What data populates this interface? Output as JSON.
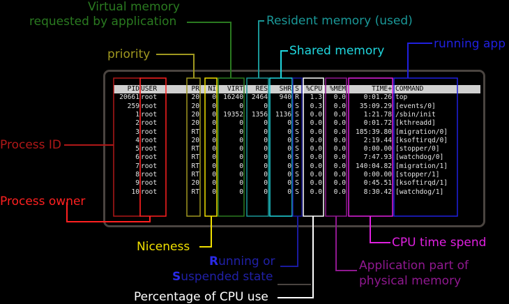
{
  "colors": {
    "background": "#000000",
    "pid": "#b01818",
    "user": "#ff2020",
    "pr": "#a09820",
    "ni": "#f0e000",
    "virt": "#2a7a20",
    "res": "#1a9898",
    "shr": "#20d8e0",
    "s": "#1a1aa0",
    "cpu": "#ffffff",
    "mem": "#901890",
    "time": "#e020e0",
    "command": "#2020e0"
  },
  "annotations": {
    "virt": {
      "line1": "Virtual memory",
      "line2": "requested by application"
    },
    "res": "Resident memory (used)",
    "shr": "Shared memory",
    "command": "running app",
    "pr": "priority",
    "pid": "Process ID",
    "user": "Process owner",
    "ni": "Niceness",
    "s": {
      "line1_hl": "R",
      "line1": "unning or",
      "line2_hl": "S",
      "line2": "uspended state"
    },
    "time": "CPU time spend",
    "mem": {
      "line1": "Application part of",
      "line2": "physical memory"
    },
    "cpu": "Percentage of CPU use"
  },
  "table": {
    "headers": [
      "PID",
      "USER",
      "PR",
      "NI",
      "VIRT",
      "RES",
      "SHR",
      "S",
      "%CPU",
      "%MEM",
      "TIME+",
      "COMMAND"
    ],
    "rows": [
      [
        "20661",
        "root",
        "20",
        "0",
        "16240",
        "2464",
        "940",
        "R",
        "1.3",
        "0.0",
        "0:01.26",
        "top"
      ],
      [
        "259",
        "root",
        "20",
        "0",
        "0",
        "0",
        "0",
        "S",
        "0.3",
        "0.0",
        "35:09.29",
        "[events/0]"
      ],
      [
        "1",
        "root",
        "20",
        "0",
        "19352",
        "1356",
        "1136",
        "S",
        "0.0",
        "0.0",
        "1:21.78",
        "/sbin/init"
      ],
      [
        "2",
        "root",
        "20",
        "0",
        "0",
        "0",
        "0",
        "S",
        "0.0",
        "0.0",
        "0:01.72",
        "[kthreadd]"
      ],
      [
        "3",
        "root",
        "RT",
        "0",
        "0",
        "0",
        "0",
        "S",
        "0.0",
        "0.0",
        "185:39.80",
        "[migration/0]"
      ],
      [
        "4",
        "root",
        "20",
        "0",
        "0",
        "0",
        "0",
        "S",
        "0.0",
        "0.0",
        "2:19.44",
        "[ksoftirqd/0]"
      ],
      [
        "5",
        "root",
        "RT",
        "0",
        "0",
        "0",
        "0",
        "S",
        "0.0",
        "0.0",
        "0:00.00",
        "[stopper/0]"
      ],
      [
        "6",
        "root",
        "RT",
        "0",
        "0",
        "0",
        "0",
        "S",
        "0.0",
        "0.0",
        "7:47.93",
        "[watchdog/0]"
      ],
      [
        "7",
        "root",
        "RT",
        "0",
        "0",
        "0",
        "0",
        "S",
        "0.0",
        "0.0",
        "140:04.82",
        "[migration/1]"
      ],
      [
        "8",
        "root",
        "RT",
        "0",
        "0",
        "0",
        "0",
        "S",
        "0.0",
        "0.0",
        "0:00.00",
        "[stopper/1]"
      ],
      [
        "9",
        "root",
        "20",
        "0",
        "0",
        "0",
        "0",
        "S",
        "0.0",
        "0.0",
        "0:45.51",
        "[ksoftirqd/1]"
      ],
      [
        "10",
        "root",
        "RT",
        "0",
        "0",
        "0",
        "0",
        "S",
        "0.0",
        "0.0",
        "8:30.42",
        "[watchdog/1]"
      ]
    ]
  }
}
